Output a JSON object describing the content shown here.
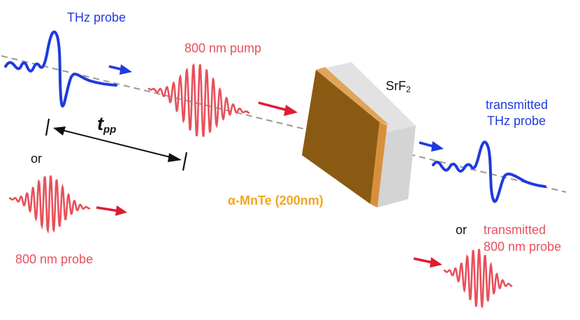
{
  "labels": {
    "thz_probe": "THz probe",
    "pump": "800 nm pump",
    "srf_main": "SrF",
    "srf_sub": "2",
    "tpp_main": "t",
    "tpp_sub": "pp",
    "or_left": "or",
    "probe_800": "800 nm probe",
    "sample": "α-MnTe (200nm)",
    "transmitted_thz_line1": "transmitted",
    "transmitted_thz_line2": "THz probe",
    "or_right": "or",
    "transmitted_800_line1": "transmitted",
    "transmitted_800_line2": "800 nm probe"
  },
  "colors": {
    "thz_blue": "#1f3adf",
    "laser_red": "#e8505b",
    "arrow_red": "#dc1e32",
    "sample_brown": "#8a5a12",
    "sample_edge_orange": "#d98f3a",
    "substrate_gray": "#d4d4d4",
    "beam_dash_gray": "#999999"
  }
}
